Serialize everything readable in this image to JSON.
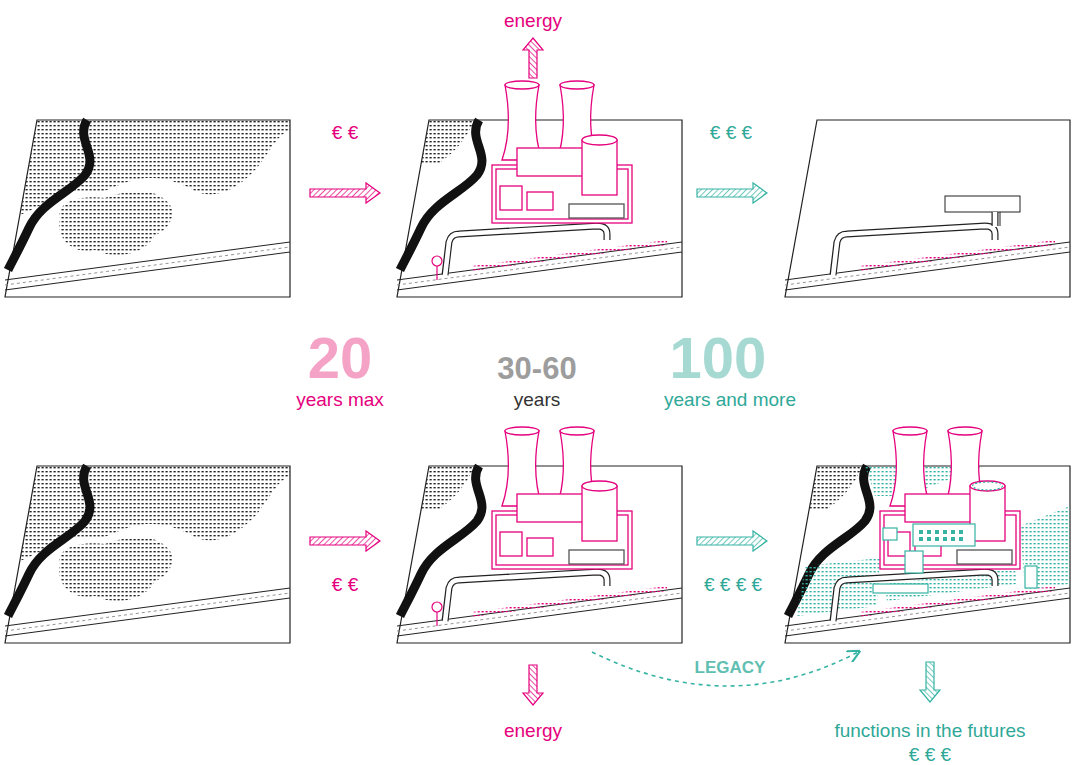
{
  "diagram": {
    "labels": [
      "energy",
      "€ €",
      "€ € €",
      "20",
      "years max",
      "30-60",
      "years",
      "100",
      "years and more",
      "€ €",
      "€ € € €",
      "energy",
      "LEGACY",
      "functions in the futures",
      "€ € €"
    ]
  }
}
